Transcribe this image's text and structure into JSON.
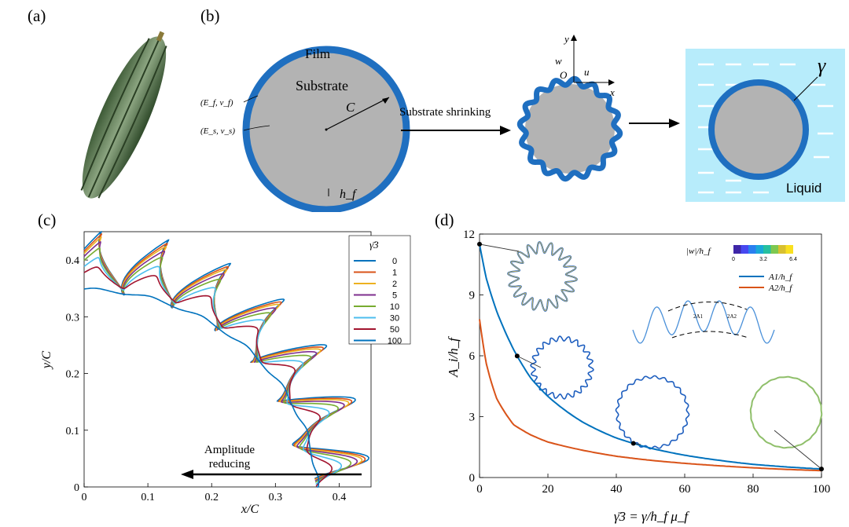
{
  "panels": {
    "a": "(a)",
    "b": "(b)",
    "c": "(c)",
    "d": "(d)"
  },
  "panel_b": {
    "film": "Film",
    "substrate": "Substrate",
    "film_props": "(E_f, ν_f)",
    "substrate_props": "(E_s, ν_s)",
    "radius": "C",
    "thickness": "h_f",
    "arrow_text": "Substrate shrinking",
    "axis_y": "y",
    "axis_x": "x",
    "axis_w": "w",
    "axis_u": "u",
    "origin": "O",
    "gamma": "γ",
    "liquid": "Liquid",
    "colors": {
      "film": "#1f6fc0",
      "substrate": "#b3b3b3",
      "liquid": "#b7ecfb"
    }
  },
  "chart_data": [
    {
      "type": "line",
      "panel": "c",
      "xlabel": "x/C",
      "ylabel": "y/C",
      "xlim": [
        0,
        0.45
      ],
      "ylim": [
        0,
        0.45
      ],
      "xticks": [
        0,
        0.1,
        0.2,
        0.3,
        0.4
      ],
      "yticks": [
        0,
        0.1,
        0.2,
        0.3,
        0.4
      ],
      "legend_title": "γ̄3",
      "legend_position": "top-right",
      "annotation": [
        "Amplitude",
        "reducing"
      ],
      "series": [
        {
          "name": "0",
          "color": "#0072bd",
          "amp": 1.0
        },
        {
          "name": "1",
          "color": "#d95319",
          "amp": 0.93
        },
        {
          "name": "2",
          "color": "#edb120",
          "amp": 0.87
        },
        {
          "name": "5",
          "color": "#7e2f8e",
          "amp": 0.78
        },
        {
          "name": "10",
          "color": "#77ac30",
          "amp": 0.66
        },
        {
          "name": "30",
          "color": "#4dbeee",
          "amp": 0.48
        },
        {
          "name": "50",
          "color": "#a2142f",
          "amp": 0.3
        },
        {
          "name": "100",
          "color": "#0072bd",
          "amp": 0.05
        }
      ]
    },
    {
      "type": "line",
      "panel": "d",
      "xlabel": "γ̄3 = γ/h_f μ_f",
      "ylabel": "A_i/h_f",
      "xlim": [
        0,
        100
      ],
      "ylim": [
        0,
        12
      ],
      "xticks": [
        0,
        20,
        40,
        60,
        80,
        100
      ],
      "yticks": [
        0,
        3,
        6,
        9,
        12
      ],
      "legend_position": "top-right",
      "colorbar": {
        "label": "|w|/h_f",
        "ticks": [
          "0",
          "3.2",
          "6.4"
        ]
      },
      "inset_labels": [
        "2A1",
        "2A2"
      ],
      "series": [
        {
          "name": "A1/h_f",
          "color": "#0072bd",
          "x": [
            0,
            2,
            5,
            10,
            15,
            20,
            30,
            40,
            50,
            60,
            70,
            80,
            90,
            100
          ],
          "y": [
            11.5,
            9.8,
            8.2,
            6.3,
            4.9,
            4.0,
            2.75,
            1.95,
            1.45,
            1.1,
            0.85,
            0.65,
            0.52,
            0.42
          ]
        },
        {
          "name": "A2/h_f",
          "color": "#d95319",
          "x": [
            0,
            2,
            5,
            10,
            15,
            20,
            30,
            40,
            50,
            60,
            70,
            80,
            90,
            100
          ],
          "y": [
            7.8,
            5.6,
            3.9,
            2.6,
            2.1,
            1.75,
            1.35,
            1.05,
            0.85,
            0.7,
            0.58,
            0.48,
            0.4,
            0.34
          ]
        }
      ],
      "marked_points_x": [
        0,
        11,
        45,
        100
      ]
    }
  ]
}
